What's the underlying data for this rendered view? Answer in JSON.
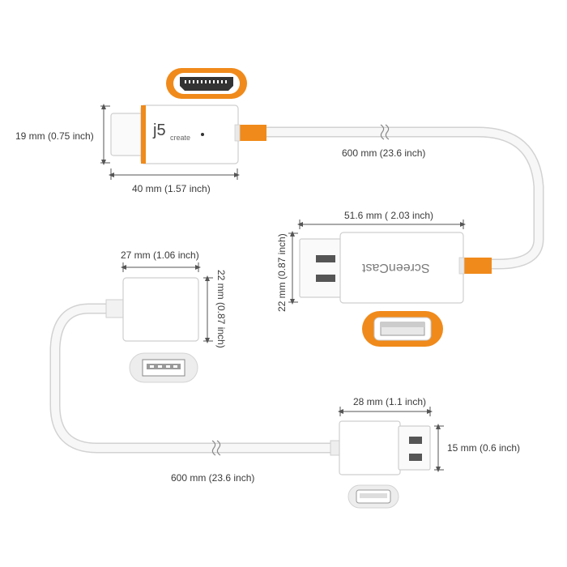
{
  "brand": {
    "logo_text": "j5",
    "logo_sub": "create"
  },
  "adapter_label": "ScreenCast",
  "dimensions": {
    "hdmi_height": "19 mm (0.75 inch)",
    "hdmi_length": "40 mm (1.57 inch)",
    "cable_top": "600 mm (23.6 inch)",
    "dongle_length": "51.6 mm ( 2.03 inch)",
    "dongle_height": "22 mm (0.87 inch)",
    "usb_f_length": "27 mm (1.06 inch)",
    "usb_f_height": "22 mm (0.87 inch)",
    "usb_m_length": "28 mm (1.1 inch)",
    "usb_m_height": "15 mm (0.6 inch)",
    "cable_bottom": "600 mm (23.6 inch)"
  },
  "colors": {
    "accent": "#f08a1a",
    "cable": "#f2f2f2",
    "outline": "#d0d0d0",
    "dim_line": "#555555"
  },
  "icons": [
    "hdmi-connector-icon",
    "usb-a-male-icon",
    "usb-a-female-icon",
    "cable-break-icon"
  ]
}
